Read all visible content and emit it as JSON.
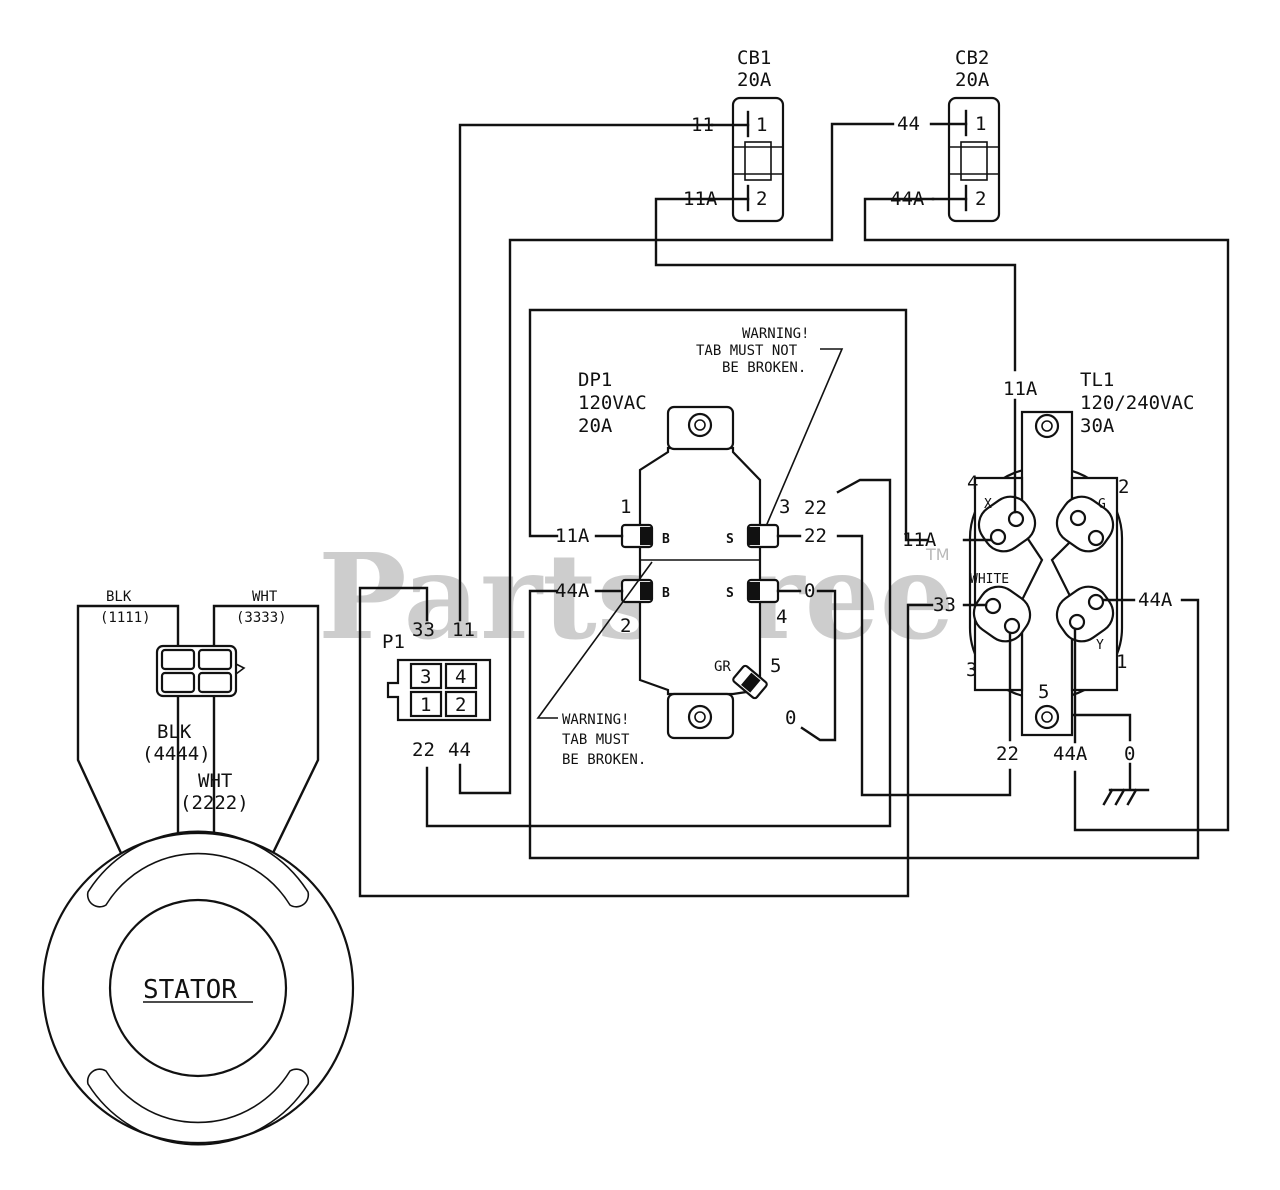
{
  "watermark": {
    "brand": "PartsTree",
    "tm": "TM"
  },
  "cb1": {
    "name": "CB1",
    "rating": "20A",
    "pin1": "1",
    "pin2": "2",
    "wire_in": "11",
    "wire_out": "11A"
  },
  "cb2": {
    "name": "CB2",
    "rating": "20A",
    "pin1": "1",
    "pin2": "2",
    "wire_in": "44",
    "wire_out": "44A"
  },
  "dp1": {
    "name": "DP1",
    "voltage": "120VAC",
    "rating": "20A",
    "terminals": {
      "t1": "1",
      "t2": "2",
      "t3": "3",
      "t4": "4",
      "t5": "5",
      "b": "B",
      "s": "S",
      "gr": "GR"
    },
    "wires": {
      "w11a": "11A",
      "w44a": "44A",
      "w22a": "22",
      "w22b": "22",
      "w0a": "0",
      "w0b": "0"
    },
    "warning_top": [
      "WARNING!",
      "TAB MUST NOT",
      "BE BROKEN."
    ],
    "warning_bottom": [
      "WARNING!",
      "TAB MUST",
      "BE BROKEN."
    ]
  },
  "tl1": {
    "name": "TL1",
    "voltage": "120/240VAC",
    "rating": "30A",
    "terminals": {
      "t1": "1",
      "t2": "2",
      "t3": "3",
      "t4": "4",
      "t5": "5",
      "x": "X",
      "g": "G",
      "y": "Y",
      "white": "WHITE"
    },
    "wires": {
      "w11a_top": "11A",
      "w11a": "11A",
      "w33": "33",
      "w44a": "44A",
      "w22": "22",
      "w44a_bottom": "44A",
      "w0": "0"
    }
  },
  "p1": {
    "name": "P1",
    "pins": [
      "3",
      "4",
      "1",
      "2"
    ],
    "top_wires": [
      "33",
      "11"
    ],
    "bottom_wires": [
      "22",
      "44"
    ]
  },
  "stator": {
    "label": "STATOR",
    "leads": {
      "blk_top": "BLK",
      "blk_top_code": "(1111)",
      "wht_top": "WHT",
      "wht_top_code": "(3333)",
      "blk_bottom": "BLK",
      "blk_bottom_code": "(4444)",
      "wht_bottom": "WHT",
      "wht_bottom_code": "(2222)"
    }
  }
}
